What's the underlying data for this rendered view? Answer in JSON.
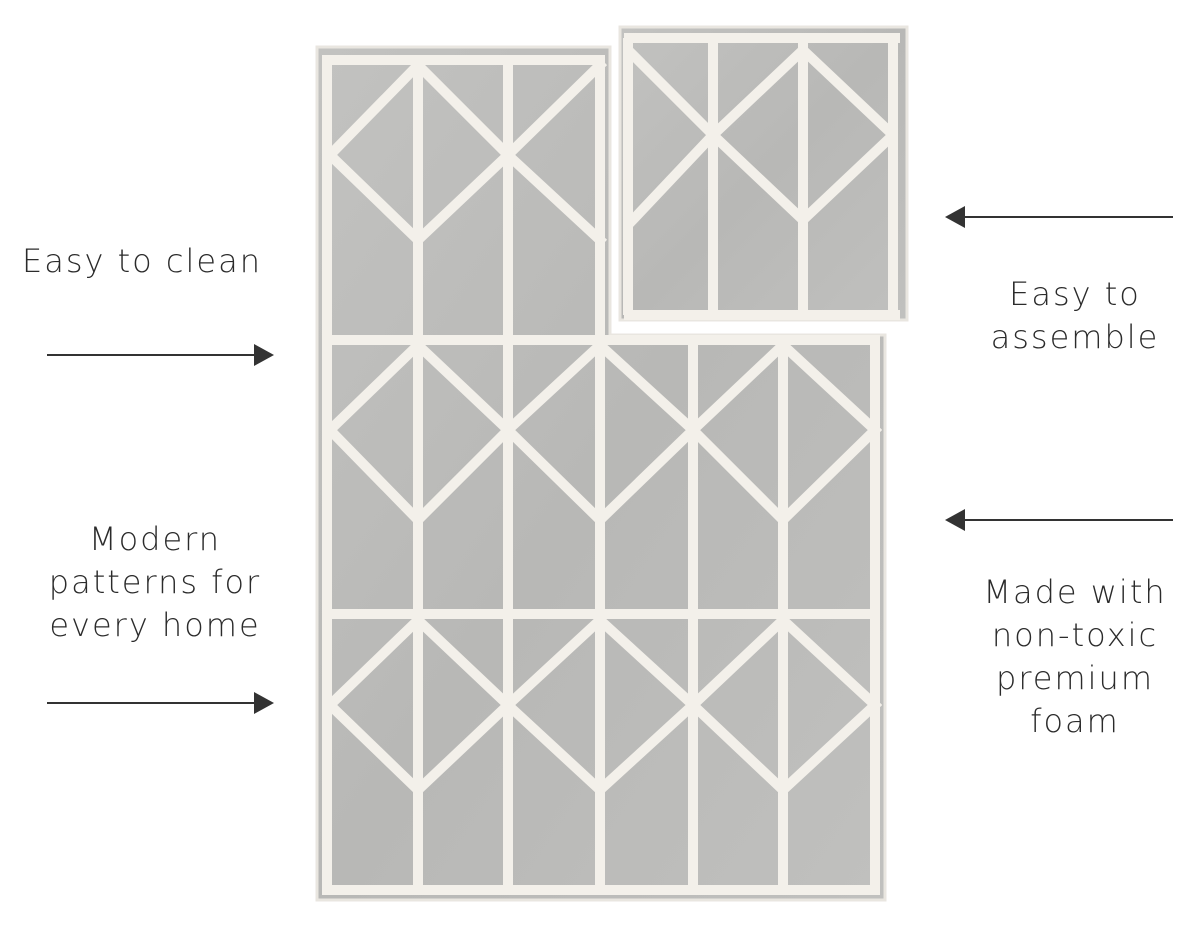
{
  "left_labels": {
    "clean": "Easy to clean",
    "patterns": [
      "Modern",
      "patterns for",
      "every home"
    ]
  },
  "right_labels": {
    "assemble": [
      "Easy to",
      "assemble"
    ],
    "foam": [
      "Made with",
      "non-toxic",
      "premium",
      "foam"
    ]
  },
  "colors": {
    "mat": "#bcbcba",
    "stripe": "#f3f0ea",
    "text": "#2b2b2b"
  }
}
